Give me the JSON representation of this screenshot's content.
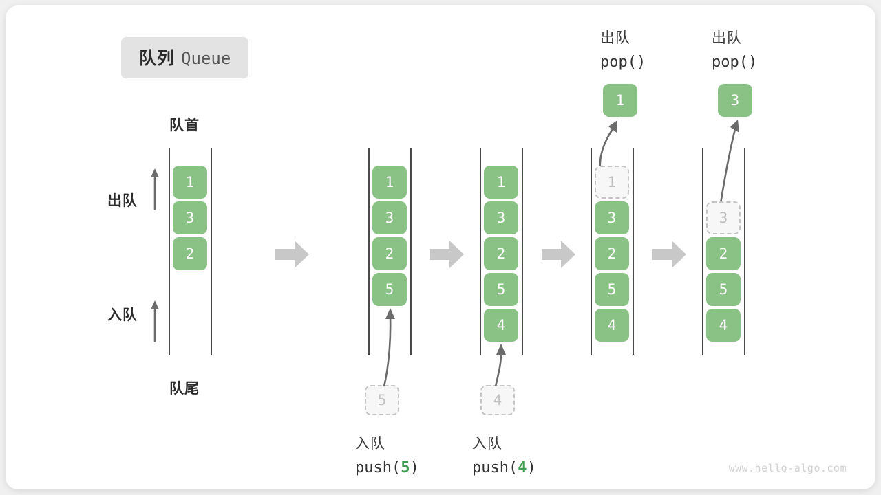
{
  "title": {
    "cn": "队列",
    "en": "Queue"
  },
  "labels": {
    "front": "队首",
    "rear": "队尾",
    "dequeue": "出队",
    "enqueue": "入队"
  },
  "watermark": "www.hello-algo.com",
  "colors": {
    "cell_fill": "#8ac185",
    "cell_text": "#ffffff",
    "ghost_border": "#c4c4c4",
    "ghost_text": "#bdbdbd",
    "rail": "#4a4a4a",
    "block_arrow": "#c8c8c8",
    "curve_arrow": "#6b6b6b",
    "badge_bg": "#e3e3e3",
    "arg_green": "#3f9e52",
    "watermark": "#d2d2d2"
  },
  "columns": [
    {
      "id": "col-initial",
      "cells": [
        "1",
        "3",
        "2"
      ],
      "states": [
        "filled",
        "filled",
        "filled"
      ],
      "caption_cn": "",
      "caption_code": "",
      "caption_arg": ""
    },
    {
      "id": "col-push-5",
      "cells": [
        "1",
        "3",
        "2",
        "5"
      ],
      "states": [
        "filled",
        "filled",
        "filled",
        "filled"
      ],
      "caption_cn": "入队",
      "caption_code_prefix": "push(",
      "caption_arg": "5",
      "caption_code_suffix": ")",
      "incoming_value": "5"
    },
    {
      "id": "col-push-4",
      "cells": [
        "1",
        "3",
        "2",
        "5",
        "4"
      ],
      "states": [
        "filled",
        "filled",
        "filled",
        "filled",
        "filled"
      ],
      "caption_cn": "入队",
      "caption_code_prefix": "push(",
      "caption_arg": "4",
      "caption_code_suffix": ")",
      "incoming_value": "4"
    },
    {
      "id": "col-pop-1",
      "cells": [
        "1",
        "3",
        "2",
        "5",
        "4"
      ],
      "states": [
        "ghost",
        "filled",
        "filled",
        "filled",
        "filled"
      ],
      "caption_cn": "出队",
      "caption_code": "pop()",
      "popped_value": "1"
    },
    {
      "id": "col-pop-3",
      "cells": [
        "",
        "3",
        "2",
        "5",
        "4"
      ],
      "states": [
        "empty",
        "ghost",
        "filled",
        "filled",
        "filled"
      ],
      "caption_cn": "出队",
      "caption_code": "pop()",
      "popped_value": "3"
    }
  ],
  "top_labels": [
    {
      "cn": "出队",
      "code": "pop()"
    },
    {
      "cn": "出队",
      "code": "pop()"
    }
  ],
  "bottom_labels": [
    {
      "cn": "入队",
      "code_prefix": "push(",
      "arg": "5",
      "code_suffix": ")"
    },
    {
      "cn": "入队",
      "code_prefix": "push(",
      "arg": "4",
      "code_suffix": ")"
    }
  ]
}
